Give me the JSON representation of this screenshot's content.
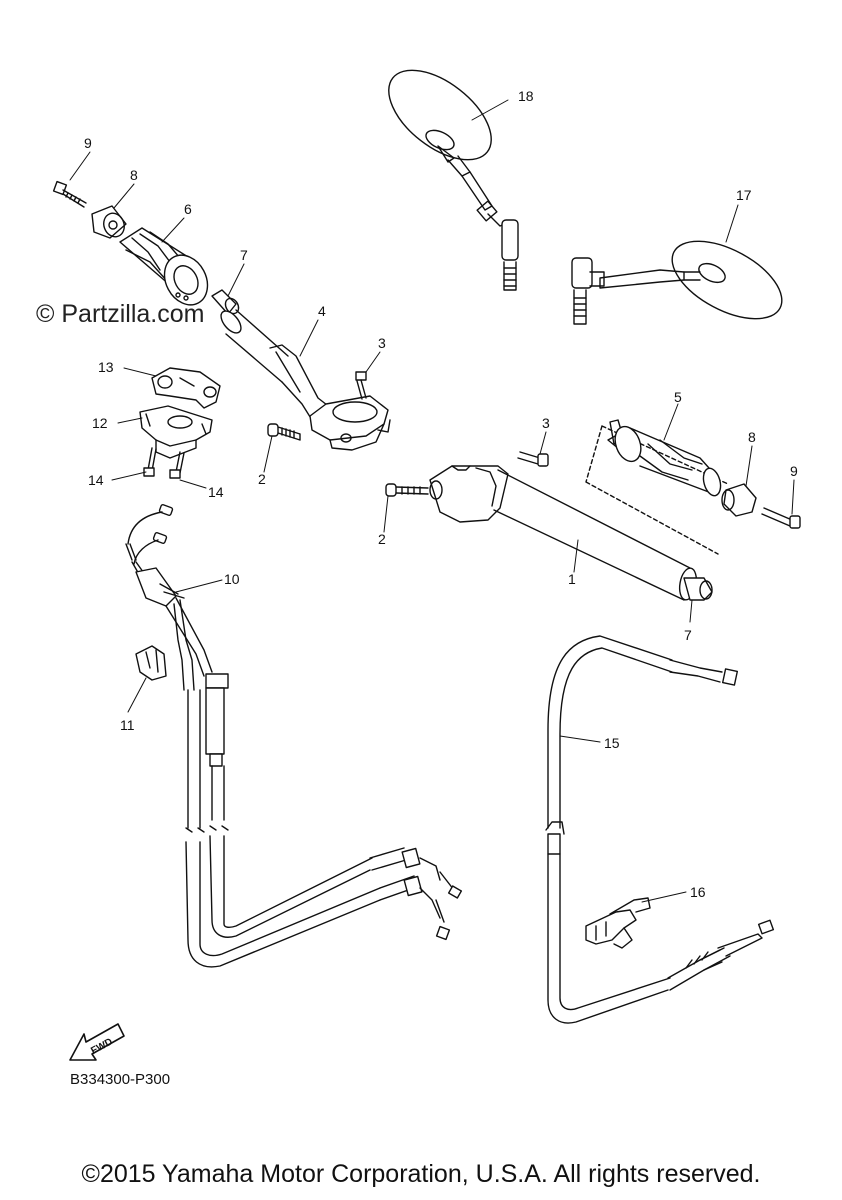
{
  "watermark": "© Partzilla.com",
  "diagram_code": "B334300-P300",
  "copyright": "©2015 Yamaha Motor Corporation, U.S.A. All rights reserved.",
  "fwd_label": "FWD",
  "callouts": [
    {
      "id": "part-18",
      "label": "18"
    },
    {
      "id": "part-9-left",
      "label": "9"
    },
    {
      "id": "part-8-left",
      "label": "8"
    },
    {
      "id": "part-6",
      "label": "6"
    },
    {
      "id": "part-7-left",
      "label": "7"
    },
    {
      "id": "part-17",
      "label": "17"
    },
    {
      "id": "part-4",
      "label": "4"
    },
    {
      "id": "part-3-left",
      "label": "3"
    },
    {
      "id": "part-13",
      "label": "13"
    },
    {
      "id": "part-12",
      "label": "12"
    },
    {
      "id": "part-14-a",
      "label": "14"
    },
    {
      "id": "part-14-b",
      "label": "14"
    },
    {
      "id": "part-2-left",
      "label": "2"
    },
    {
      "id": "part-3-right",
      "label": "3"
    },
    {
      "id": "part-5",
      "label": "5"
    },
    {
      "id": "part-8-right",
      "label": "8"
    },
    {
      "id": "part-9-right",
      "label": "9"
    },
    {
      "id": "part-2-right",
      "label": "2"
    },
    {
      "id": "part-1",
      "label": "1"
    },
    {
      "id": "part-7-right",
      "label": "7"
    },
    {
      "id": "part-10",
      "label": "10"
    },
    {
      "id": "part-11",
      "label": "11"
    },
    {
      "id": "part-15",
      "label": "15"
    },
    {
      "id": "part-16",
      "label": "16"
    }
  ]
}
